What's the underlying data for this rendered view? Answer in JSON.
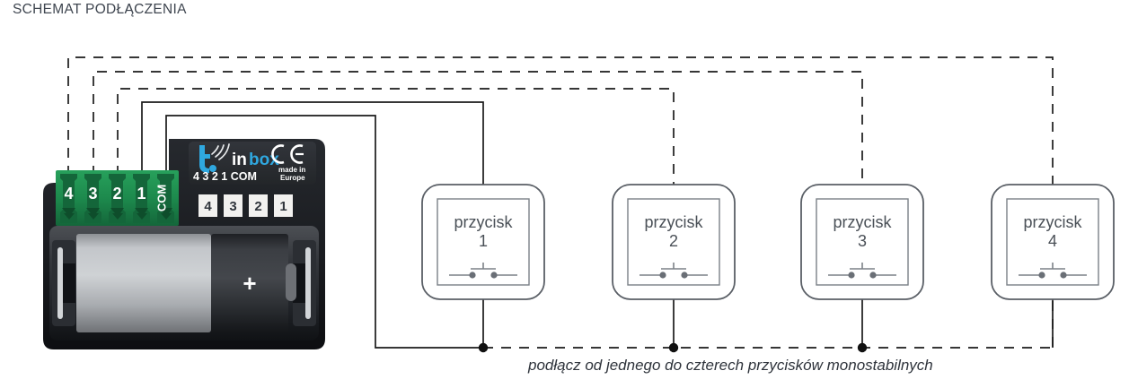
{
  "title": "SCHEMAT PODŁĄCZENIA",
  "caption": "podłącz od jednego do czterech przycisków monostabilnych",
  "colors": {
    "title_text": "#3f4650",
    "caption_text": "#2e333b",
    "wire": "#1a1a1a",
    "terminal_green": "#1e8a4c",
    "terminal_green_dark": "#14663a",
    "module_black": "#1b1d21",
    "battery_silver": "#b9bcc0",
    "battery_dark": "#33363b",
    "brand_blue": "#2fa8e0",
    "button_outline": "#5a5f66"
  },
  "module": {
    "name": "inbox",
    "brand_prefix": "in",
    "brand_suffix": "box",
    "terminal_silk": "4 3 2 1 COM",
    "ce_mark": "CE",
    "ce_line1": "made in",
    "ce_line2": "Europe",
    "battery_plus": "+",
    "terminals": [
      {
        "label": "4",
        "vertical": false
      },
      {
        "label": "3",
        "vertical": false
      },
      {
        "label": "2",
        "vertical": false
      },
      {
        "label": "1",
        "vertical": false
      },
      {
        "label": "COM",
        "vertical": true
      }
    ],
    "badges": [
      "4",
      "3",
      "2",
      "1"
    ]
  },
  "buttons": [
    {
      "label": "przycisk",
      "number": "1",
      "wire_style": "solid"
    },
    {
      "label": "przycisk",
      "number": "2",
      "wire_style": "dashed"
    },
    {
      "label": "przycisk",
      "number": "3",
      "wire_style": "dashed"
    },
    {
      "label": "przycisk",
      "number": "4",
      "wire_style": "dashed"
    }
  ],
  "wires": [
    {
      "from": "terminal-4",
      "to": "przycisk-4",
      "style": "dashed"
    },
    {
      "from": "terminal-3",
      "to": "przycisk-3",
      "style": "dashed"
    },
    {
      "from": "terminal-2",
      "to": "przycisk-2",
      "style": "dashed"
    },
    {
      "from": "terminal-1",
      "to": "przycisk-1",
      "style": "solid"
    },
    {
      "from": "terminal-COM",
      "to": "common-bus",
      "style": "solid"
    },
    {
      "from": "common-bus",
      "to": "przycisk-2,3,4",
      "style": "dashed"
    }
  ]
}
